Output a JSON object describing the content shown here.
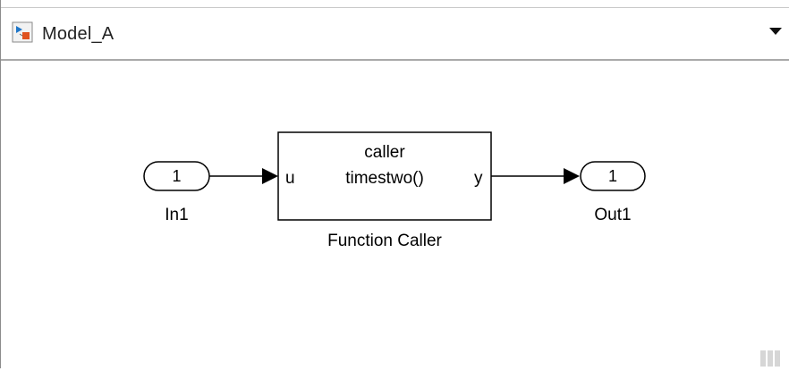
{
  "window": {
    "model_name": "Model_A"
  },
  "blocks": {
    "inport": {
      "number": "1",
      "label": "In1"
    },
    "function_caller": {
      "line1": "caller",
      "line2": "timestwo()",
      "input_port": "u",
      "output_port": "y",
      "label": "Function Caller"
    },
    "outport": {
      "number": "1",
      "label": "Out1"
    }
  },
  "colors": {
    "block_stroke": "#000000",
    "signal_line": "#000000",
    "toolbar_border": "#a9a9a9"
  },
  "icons": [
    "simulink-model-icon",
    "dropdown-arrow-icon"
  ]
}
